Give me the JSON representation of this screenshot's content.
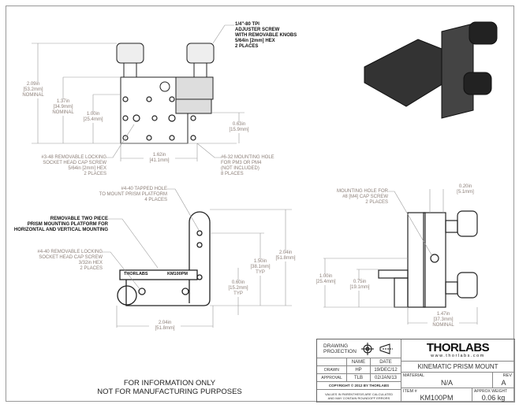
{
  "front_view": {
    "adjuster_callout": [
      "1/4\"-80 TPI",
      "ADJUSTER SCREW",
      "WITH REMOVABLE KNOBS",
      "5/64in [2mm] HEX",
      "2 PLACES"
    ],
    "dim_height_total": [
      "2.09in",
      "[53.2mm]",
      "NOMINAL"
    ],
    "dim_height_body": [
      "1.37in",
      "[34.9mm]",
      "NOMINAL"
    ],
    "dim_height_1": [
      "1.00in",
      "[25.4mm]"
    ],
    "dim_height_063": [
      "0.63in",
      "[15.9mm]"
    ],
    "dim_width": [
      "1.62in",
      "[41.1mm]"
    ],
    "locking_callout": [
      "#3-48 REMOVABLE LOCKING",
      "SOCKET HEAD CAP SCREW",
      "5/64in [2mm] HEX",
      "2 PLACES"
    ],
    "mounting_callout": [
      "#6-32 MOUNTING HOLE",
      "FOR PM3 OR PM4",
      "(NOT INCLUDED)",
      "8 PLACES"
    ]
  },
  "platform_view": {
    "tapped_callout": [
      "#4-40 TAPPED HOLE",
      "TO MOUNT PRISM PLATFORM",
      "4 PLACES"
    ],
    "platform_callout": [
      "REMOVABLE TWO PIECE",
      "PRISM MOUNTING PLATFORM  FOR",
      "HORIZONTAL AND VERTICAL MOUNTING"
    ],
    "screw_callout": [
      "#4-40 REMOVABLE LOCKING",
      "SOCKET HEAD CAP SCREW",
      "3/32in HEX",
      "2 PLACES"
    ],
    "engraving_brand": "THORLABS",
    "engraving_part": "KM100PM",
    "dim_150": [
      "1.50in",
      "[38.1mm]",
      "TYP"
    ],
    "dim_060": [
      "0.60in",
      "[15.2mm]",
      "TYP"
    ],
    "dim_height": [
      "2.04in",
      "[51.8mm]"
    ],
    "dim_width": [
      "2.04in",
      "[51.8mm]"
    ]
  },
  "side_view": {
    "mount_callout": [
      "MOUNTING HOLE FOR",
      "#8 [M4] CAP SCREW",
      "2 PLACES"
    ],
    "dim_020": [
      "0.20in",
      "[5.1mm]"
    ],
    "dim_100": [
      "1.00in",
      "[25.4mm]"
    ],
    "dim_075": [
      "0.75in",
      "[19.1mm]"
    ],
    "dim_147": [
      "1.47in",
      "[37.3mm]",
      "NOMINAL"
    ]
  },
  "disclaimer": [
    "FOR INFORMATION ONLY",
    "NOT FOR MANUFACTURING PURPOSES"
  ],
  "title_block": {
    "projection_label": [
      "DRAWING",
      "PROJECTION"
    ],
    "name_header": "NAME",
    "date_header": "DATE",
    "drawn_label": "DRAWN",
    "drawn_name": "HP",
    "drawn_date": "19/DEC/12",
    "approval_label": "APPROVAL",
    "approval_name": "TLB",
    "approval_date": "02/JAN/13",
    "copyright": "COPYRIGHT © 2012 BY THORLABS",
    "values_note": [
      "VALUES IN PARENTHESIS ARE CALCULATED",
      "AND MAY CONTAIN ROUNDOFF ERRORS"
    ],
    "logo_text": "THORLABS",
    "website": "www.thorlabs.com",
    "title": "KINEMATIC PRISM MOUNT",
    "material_label": "MATERIAL",
    "material": "N/A",
    "rev_label": "REV",
    "rev": "A",
    "item_label": "ITEM #",
    "item": "KM100PM",
    "weight_label": "APPROX WEIGHT",
    "weight": "0.06 kg"
  }
}
